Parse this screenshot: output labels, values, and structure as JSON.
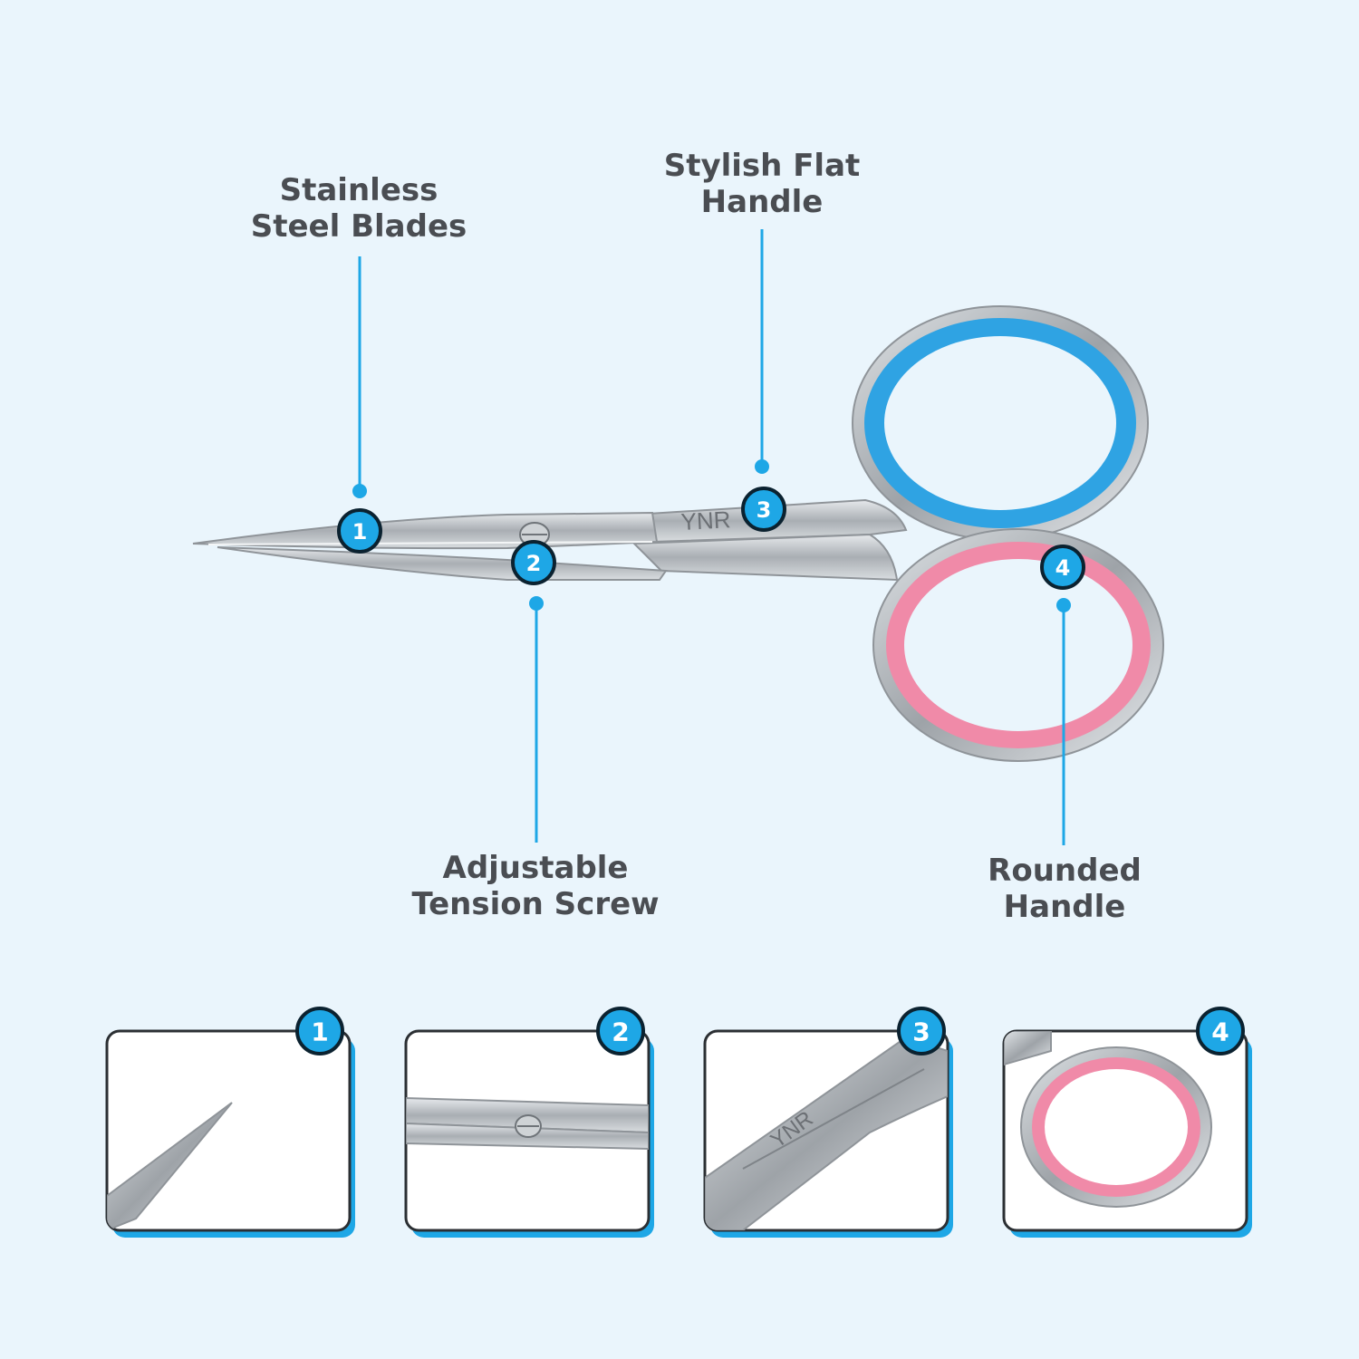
{
  "colors": {
    "background": "#eaf5fc",
    "accent": "#1ea7e6",
    "badge_border": "#0b2230",
    "handle_top": "#2fa3e3",
    "handle_bottom": "#f08aa8",
    "steel": "#b7bcc1",
    "label_text": "#4a4d52"
  },
  "product": {
    "brand_mark": "YNR"
  },
  "callouts": [
    {
      "number": "1",
      "label": "Stainless\nSteel Blades"
    },
    {
      "number": "2",
      "label": "Adjustable\nTension Screw"
    },
    {
      "number": "3",
      "label": "Stylish Flat\nHandle"
    },
    {
      "number": "4",
      "label": "Rounded\nHandle"
    }
  ],
  "detail_cards": [
    {
      "number": "1",
      "icon": "blade-tip-closeup"
    },
    {
      "number": "2",
      "icon": "tension-screw-closeup"
    },
    {
      "number": "3",
      "icon": "flat-handle-closeup"
    },
    {
      "number": "4",
      "icon": "rounded-handle-closeup"
    }
  ]
}
